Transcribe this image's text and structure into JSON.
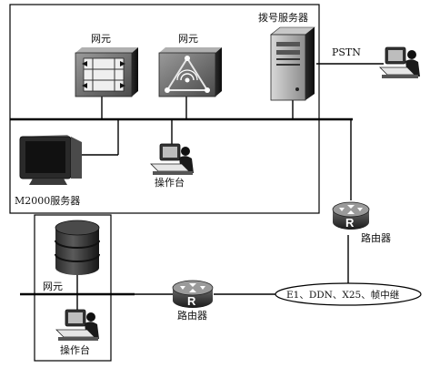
{
  "labels": {
    "ne_top_left": "网元",
    "ne_top_right": "网元",
    "dial_server": "拨号服务器",
    "pstn": "PSTN",
    "m2000": "M2000服务器",
    "console_top": "操作台",
    "router_right": "路由器",
    "router_bottom": "路由器",
    "wan_types": "E1、DDN、X25、帧中继",
    "ne_bottom": "网元",
    "console_bottom": "操作台"
  },
  "icons": {
    "network_element": "ne-chassis-icon",
    "wireless_element": "wireless-ne-icon",
    "server": "tower-server-icon",
    "operator_console": "operator-console-icon",
    "monitor": "crt-monitor-icon",
    "router": "router-icon",
    "database": "database-icon"
  },
  "colors": {
    "line": "#000000",
    "icon_dark": "#1c1c1c",
    "icon_mid": "#7a7a7a",
    "icon_light": "#d9d9d9"
  }
}
